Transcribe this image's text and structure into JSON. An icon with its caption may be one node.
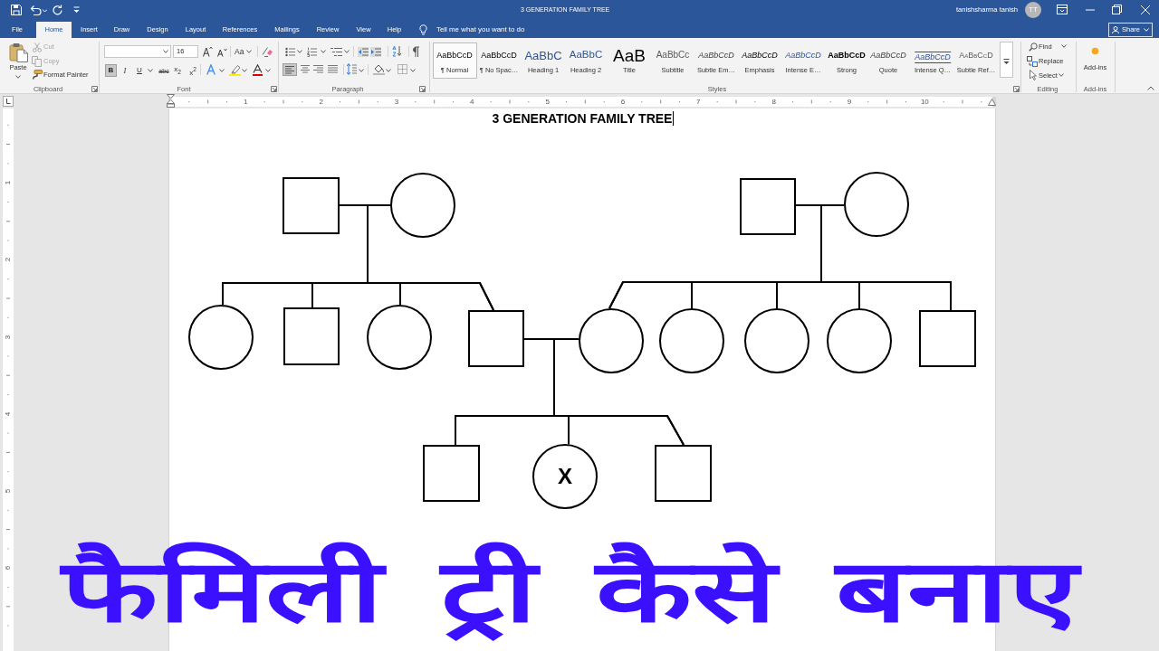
{
  "diagram": {
    "title": "3 GENERATION FAMILY TREE",
    "nodes": [
      {
        "text": [],
        "shape": "box"
      },
      {
        "text": [],
        "shape": "circle"
      },
      {
        "text": [],
        "shape": "box"
      },
      {
        "text": [],
        "shape": "circle"
      },
      {
        "text": [],
        "shape": "circle"
      },
      {
        "text": [],
        "shape": "box"
      },
      {
        "text": [],
        "shape": "circle"
      },
      {
        "text": [],
        "shape": "box"
      },
      {
        "text": [],
        "shape": "circle"
      },
      {
        "text": [],
        "shape": "circle"
      },
      {
        "text": [],
        "shape": "circle"
      },
      {
        "text": [],
        "shape": "circle"
      },
      {
        "text": [],
        "shape": "box"
      },
      {
        "text": [],
        "shape": "box"
      },
      {
        "text": [
          "X"
        ]
      },
      {
        "text": [],
        "shape": "box"
      }
    ],
    "edges": [
      {
        "from": 0,
        "to": 1,
        "arrow": "none"
      },
      {
        "from": 0,
        "to": 4,
        "arrow": "none"
      },
      {
        "from": 1,
        "to": 4,
        "arrow": "none"
      },
      {
        "from": 0,
        "to": 5,
        "arrow": "none"
      },
      {
        "from": 1,
        "to": 5,
        "arrow": "none"
      },
      {
        "from": 0,
        "to": 6,
        "arrow": "none"
      },
      {
        "from": 1,
        "to": 6,
        "arrow": "none"
      },
      {
        "from": 0,
        "to": 7,
        "arrow": "none"
      },
      {
        "from": 1,
        "to": 7,
        "arrow": "none"
      },
      {
        "from": 2,
        "to": 3,
        "arrow": "none"
      },
      {
        "from": 2,
        "to": 8,
        "arrow": "none"
      },
      {
        "from": 3,
        "to": 8,
        "arrow": "none"
      },
      {
        "from": 2,
        "to": 9,
        "arrow": "none"
      },
      {
        "from": 3,
        "to": 9,
        "arrow": "none"
      },
      {
        "from": 2,
        "to": 10,
        "arrow": "none"
      },
      {
        "from": 3,
        "to": 10,
        "arrow": "none"
      },
      {
        "from": 2,
        "to": 11,
        "arrow": "none"
      },
      {
        "from": 3,
        "to": 11,
        "arrow": "none"
      },
      {
        "from": 2,
        "to": 12,
        "arrow": "none"
      },
      {
        "from": 3,
        "to": 12,
        "arrow": "none"
      },
      {
        "from": 7,
        "to": 8,
        "arrow": "none"
      },
      {
        "from": 7,
        "to": 13,
        "arrow": "none"
      },
      {
        "from": 8,
        "to": 13,
        "arrow": "none"
      },
      {
        "from": 7,
        "to": 14,
        "arrow": "none"
      },
      {
        "from": 8,
        "to": 14,
        "arrow": "none"
      },
      {
        "from": 7,
        "to": 15,
        "arrow": "none"
      },
      {
        "from": 8,
        "to": 15,
        "arrow": "none"
      }
    ],
    "labels": [
      "3 GENERATION FAMILY TREE",
      "tanishsharma tanish",
      "TT",
      "File",
      "Home",
      "Insert",
      "Draw",
      "Design",
      "Layout",
      "References",
      "Mailings",
      "Review",
      "View",
      "Help",
      "Tell me what you want to do",
      "Share",
      "Paste",
      "Cut",
      "Copy",
      "Format Painter",
      "Clipboard",
      "16",
      "Aa",
      "B",
      "I",
      "U",
      "abc",
      "x$_{2}$",
      "x$^{2}$",
      "Font",
      "Paragraph",
      "AaBbCcD",
      "¶ Normal",
      "AaBbCcD",
      "¶ No Spac…",
      "AaBbC",
      "Heading 1",
      "AaBbC",
      "Heading 2",
      "AaB",
      "Title",
      "AaBbCc",
      "Subtitle",
      "AaBbCcD",
      "Subtle Em…",
      "AaBbCcD",
      "Emphasis",
      "AaBbCcD",
      "Intense E…",
      "AaBbCcD",
      "Strong",
      "AaBbCcD",
      "Quote",
      "AaBbCcD",
      "Intense Q…",
      "AaBbCcD",
      "Subtle Ref…",
      "Styles",
      "Find",
      "Replace",
      "Select",
      "Editing",
      "Add-ins",
      "Add-ins",
      "1",
      "2",
      "3",
      "4",
      "5",
      "6",
      "7",
      "8",
      "9",
      "10",
      "1",
      "2",
      "3",
      "4",
      "5",
      "6",
      "फैमिली ट्री कैसे बनाए"
    ]
  }
}
